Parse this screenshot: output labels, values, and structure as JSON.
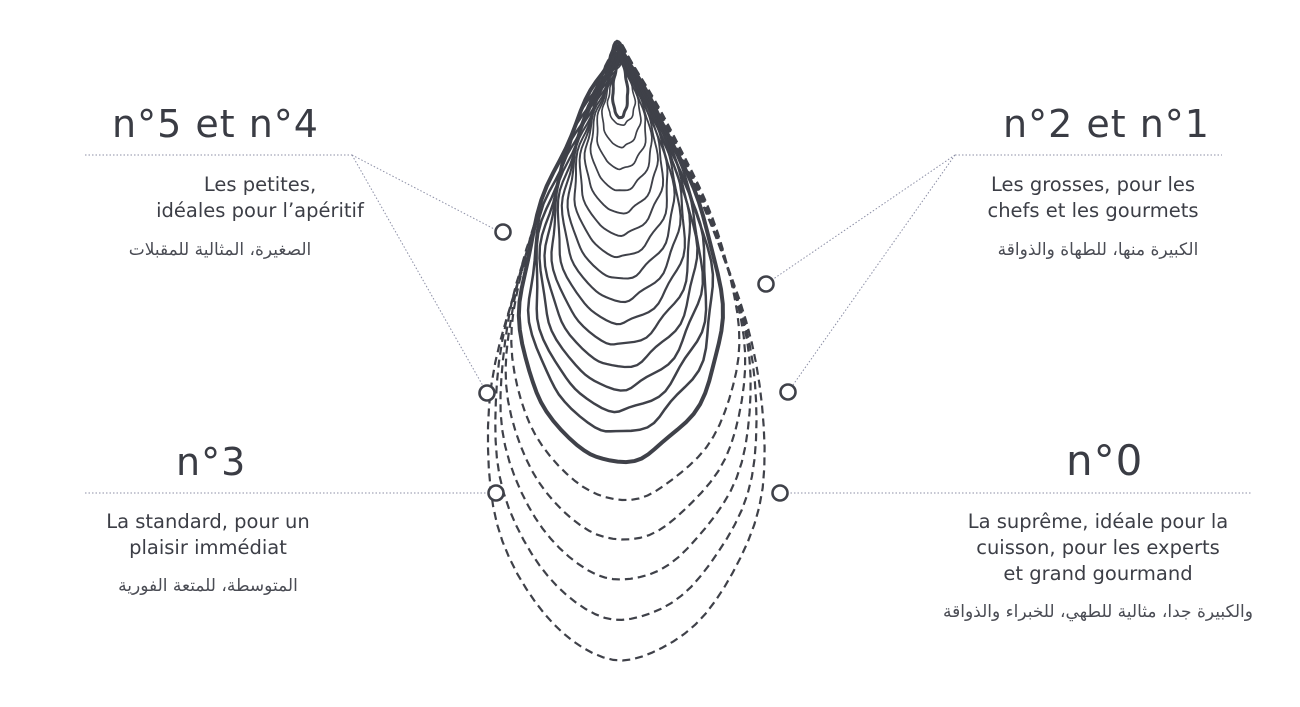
{
  "colors": {
    "ink": "#3f4149",
    "leader": "#8c8fa6"
  },
  "sizes": [
    {
      "id": "n5-n4",
      "title": "n°5 et n°4",
      "french": "Les petites,\nidéales pour l’apéritif",
      "arabic": "الصغيرة، المثالية للمقبلات"
    },
    {
      "id": "n2-n1",
      "title": "n°2 et n°1",
      "french": "Les grosses, pour les\nchefs et les gourmets",
      "arabic": "الكبيرة منها، للطهاة والذواقة"
    },
    {
      "id": "n3",
      "title": "n°3",
      "french": "La standard, pour un\nplaisir immédiat",
      "arabic": "المتوسطة، للمتعة الفورية"
    },
    {
      "id": "n0",
      "title": "n°0",
      "french": "La suprême, idéale pour la\ncuisson, pour les experts\net grand gourmand",
      "arabic": "والكبيرة جدا، مثالية للطهي، للخبراء والذواقة"
    }
  ]
}
